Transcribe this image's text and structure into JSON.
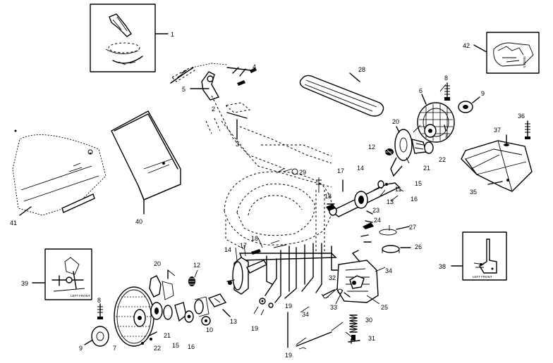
{
  "callouts": [
    {
      "id": "c1",
      "text": "1"
    },
    {
      "id": "c2",
      "text": "2"
    },
    {
      "id": "c3",
      "text": "3"
    },
    {
      "id": "c4",
      "text": "4"
    },
    {
      "id": "c5",
      "text": "5"
    },
    {
      "id": "c6",
      "text": "6"
    },
    {
      "id": "c7a",
      "text": "7"
    },
    {
      "id": "c7b",
      "text": "7"
    },
    {
      "id": "c8a",
      "text": "8"
    },
    {
      "id": "c8b",
      "text": "8"
    },
    {
      "id": "c9a",
      "text": "9"
    },
    {
      "id": "c9b",
      "text": "9"
    },
    {
      "id": "c10",
      "text": "10"
    },
    {
      "id": "c11",
      "text": "11"
    },
    {
      "id": "c12a",
      "text": "12"
    },
    {
      "id": "c12b",
      "text": "12"
    },
    {
      "id": "c13a",
      "text": "13"
    },
    {
      "id": "c13b",
      "text": "13"
    },
    {
      "id": "c14a",
      "text": "14"
    },
    {
      "id": "c14b",
      "text": "14"
    },
    {
      "id": "c15a",
      "text": "15"
    },
    {
      "id": "c15b",
      "text": "15"
    },
    {
      "id": "c16a",
      "text": "16"
    },
    {
      "id": "c16b",
      "text": "16"
    },
    {
      "id": "c17a",
      "text": "17"
    },
    {
      "id": "c17b",
      "text": "17"
    },
    {
      "id": "c18a",
      "text": "18"
    },
    {
      "id": "c18b",
      "text": "18"
    },
    {
      "id": "c19a",
      "text": "19"
    },
    {
      "id": "c19b",
      "text": "19"
    },
    {
      "id": "c19c",
      "text": "19"
    },
    {
      "id": "c20a",
      "text": "20"
    },
    {
      "id": "c20b",
      "text": "20"
    },
    {
      "id": "c21a",
      "text": "21"
    },
    {
      "id": "c21b",
      "text": "21"
    },
    {
      "id": "c22a",
      "text": "22"
    },
    {
      "id": "c22b",
      "text": "22"
    },
    {
      "id": "c23",
      "text": "23"
    },
    {
      "id": "c24",
      "text": "24"
    },
    {
      "id": "c25",
      "text": "25"
    },
    {
      "id": "c26",
      "text": "26"
    },
    {
      "id": "c27",
      "text": "27"
    },
    {
      "id": "c28",
      "text": "28"
    },
    {
      "id": "c29",
      "text": "29"
    },
    {
      "id": "c30",
      "text": "30"
    },
    {
      "id": "c31",
      "text": "31"
    },
    {
      "id": "c32",
      "text": "32"
    },
    {
      "id": "c33",
      "text": "33"
    },
    {
      "id": "c34a",
      "text": "34"
    },
    {
      "id": "c34b",
      "text": "34"
    },
    {
      "id": "c35",
      "text": "35"
    },
    {
      "id": "c36",
      "text": "36"
    },
    {
      "id": "c37",
      "text": "37"
    },
    {
      "id": "c38",
      "text": "38"
    },
    {
      "id": "c39",
      "text": "39"
    },
    {
      "id": "c40",
      "text": "40"
    },
    {
      "id": "c41",
      "text": "41"
    },
    {
      "id": "c42",
      "text": "42"
    }
  ],
  "insets": {
    "i38_caption": "LEFT FRONT"
  }
}
